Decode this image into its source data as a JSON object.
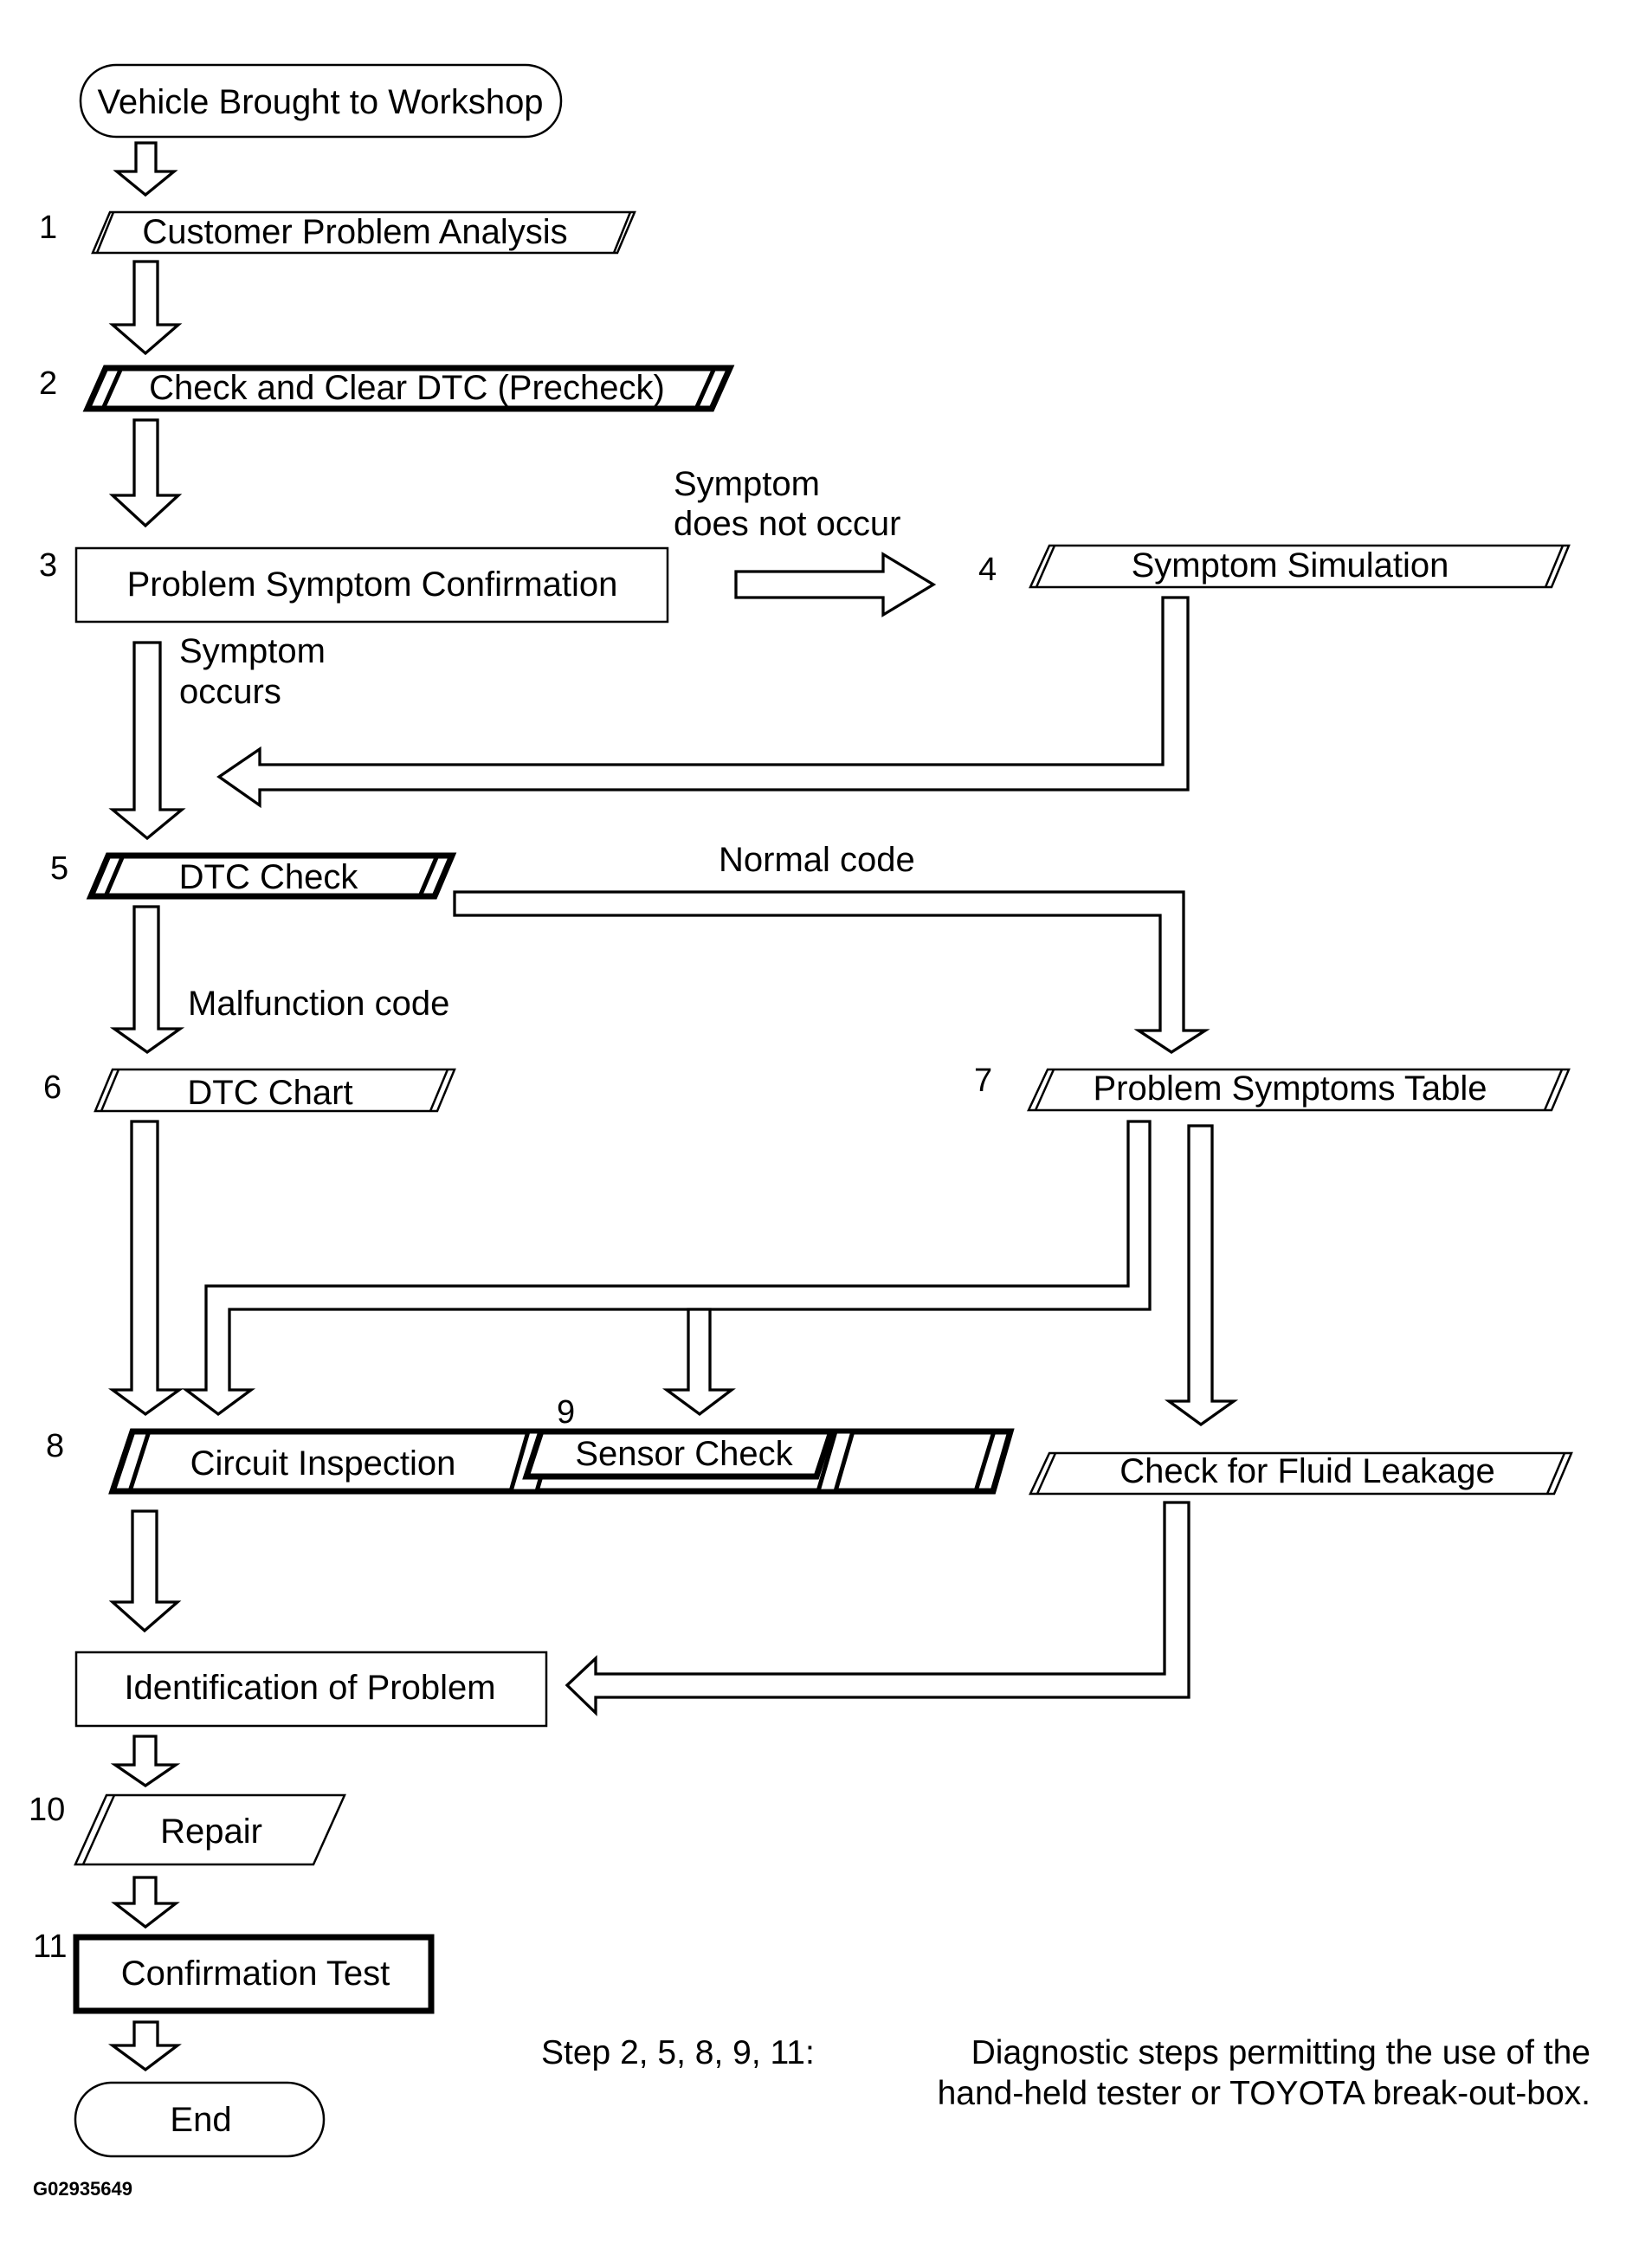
{
  "nodes": {
    "start": "Vehicle Brought to Workshop",
    "s1": "Customer Problem Analysis",
    "s2": "Check and Clear DTC (Precheck)",
    "s3": "Problem Symptom Confirmation",
    "s4": "Symptom Simulation",
    "s5": "DTC Check",
    "s6": "DTC Chart",
    "s7": "Problem Symptoms Table",
    "s8": "Circuit Inspection",
    "s9": "Sensor Check",
    "fluid": "Check for Fluid Leakage",
    "identify": "Identification of Problem",
    "s10": "Repair",
    "s11": "Confirmation Test",
    "end": "End"
  },
  "step_numbers": {
    "n1": "1",
    "n2": "2",
    "n3": "3",
    "n4": "4",
    "n5": "5",
    "n6": "6",
    "n7": "7",
    "n8": "8",
    "n9": "9",
    "n10": "10",
    "n11": "11"
  },
  "edge_labels": {
    "does_not_occur_1": "Symptom",
    "does_not_occur_2": "does not occur",
    "occurs_1": "Symptom",
    "occurs_2": "occurs",
    "normal": "Normal code",
    "malfunction": "Malfunction code"
  },
  "note": {
    "prefix": "Step  2, 5, 8, 9, 11:",
    "line1": "Diagnostic  steps  permitting  the  use  of  the",
    "line2": "hand-held  tester or TOYOTA   break-out-box."
  },
  "figure_id": "G02935649"
}
